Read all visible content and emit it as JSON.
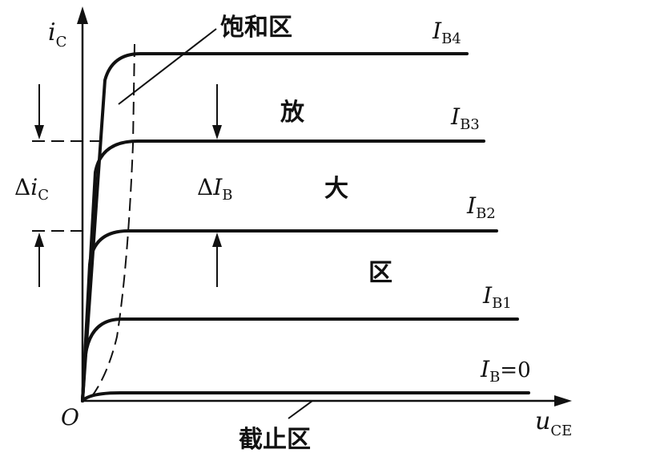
{
  "axes": {
    "y_label_main": "i",
    "y_label_sub": "C",
    "x_label_main": "u",
    "x_label_sub": "CE",
    "origin": "O"
  },
  "curves": [
    {
      "main": "I",
      "sub": "B4",
      "suffix": ""
    },
    {
      "main": "I",
      "sub": "B3",
      "suffix": ""
    },
    {
      "main": "I",
      "sub": "B2",
      "suffix": ""
    },
    {
      "main": "I",
      "sub": "B1",
      "suffix": ""
    },
    {
      "main": "I",
      "sub": "B",
      "suffix": "=0"
    }
  ],
  "regions": {
    "saturation": "饱和区",
    "active_1": "放",
    "active_2": "大",
    "active_3": "区",
    "cutoff": "截止区"
  },
  "annotations": {
    "delta_ic_delta": "Δ",
    "delta_ic_main": "i",
    "delta_ic_sub": "C",
    "delta_ib_delta": "Δ",
    "delta_ib_main": "I",
    "delta_ib_sub": "B"
  }
}
